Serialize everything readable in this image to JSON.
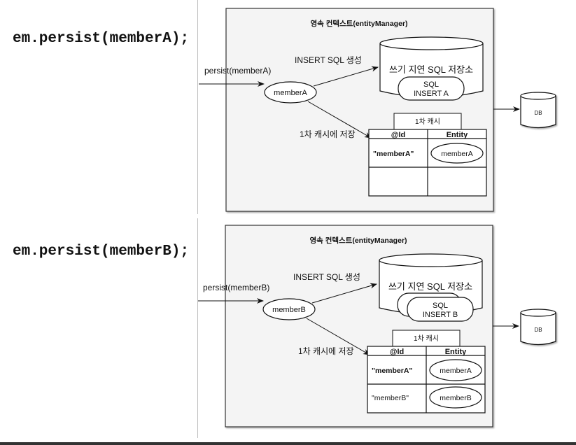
{
  "panels": [
    {
      "code": "em.persist(memberA);",
      "title": "영속 컨텍스트(entityManager)",
      "persist_call": "persist(memberA)",
      "entity_node": "memberA",
      "insert_label": "INSERT SQL 생성",
      "sql_store": "쓰기 지연 SQL 저장소",
      "sql_line1": "SQL",
      "sql_line2": "INSERT A",
      "cache_label": "1차 캐시",
      "save_label": "1차 캐시에 저장",
      "col_id": "@Id",
      "col_entity": "Entity",
      "rows": [
        {
          "id": "\"memberA\"",
          "entity": "memberA"
        }
      ],
      "db": "DB"
    },
    {
      "code": "em.persist(memberB);",
      "title": "영속 컨텍스트(entityManager)",
      "persist_call": "persist(memberB)",
      "entity_node": "memberB",
      "insert_label": "INSERT SQL 생성",
      "sql_store": "쓰기 지연 SQL 저장소",
      "sql_line1": "SQL",
      "sql_line2": "INSERT B",
      "cache_label": "1차 캐시",
      "save_label": "1차 캐시에 저장",
      "col_id": "@Id",
      "col_entity": "Entity",
      "rows": [
        {
          "id": "\"memberA\"",
          "entity": "memberA"
        },
        {
          "id": "\"memberB\"",
          "entity": "memberB"
        }
      ],
      "db": "DB"
    }
  ]
}
